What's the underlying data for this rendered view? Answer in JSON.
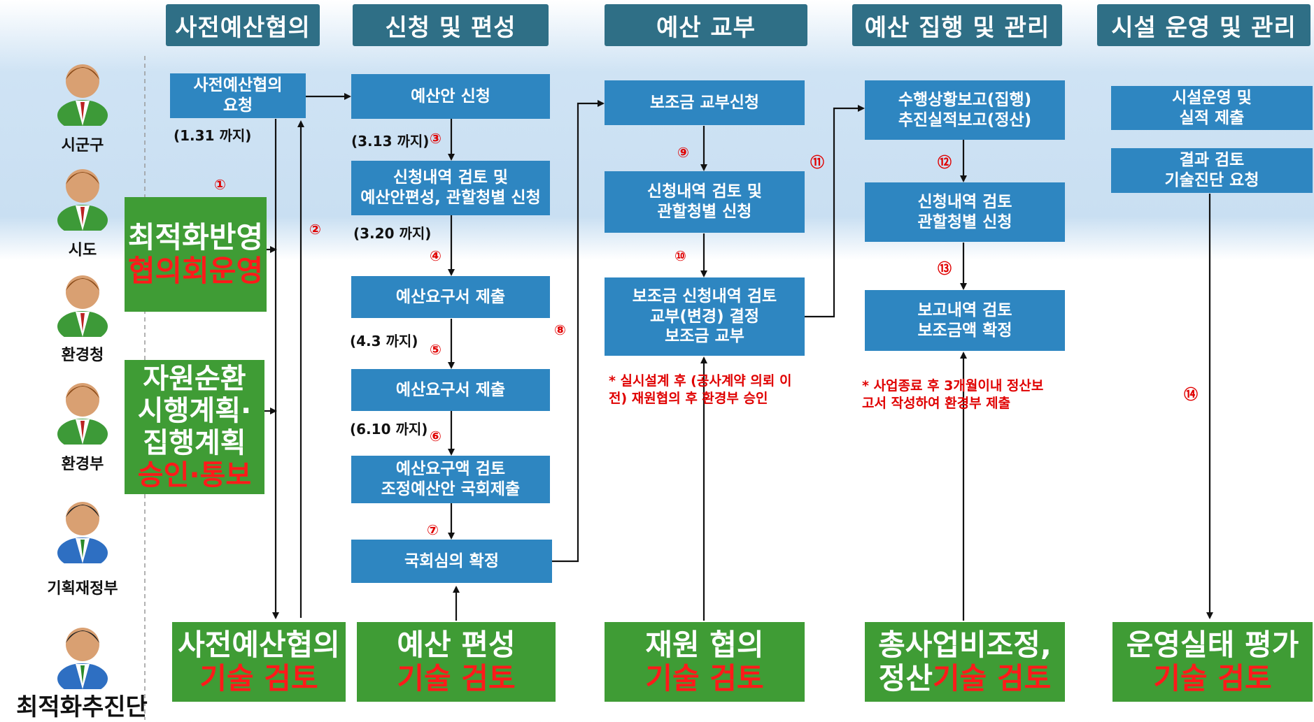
{
  "headers": [
    "사전예산협의",
    "신청 및 편성",
    "예산 교부",
    "예산 집행 및 관리",
    "시설 운영 및 관리"
  ],
  "roles": {
    "sigungu": "시군구",
    "sido": "시도",
    "hwangyeongcheong": "환경청",
    "hwangyeongbu": "환경부",
    "gihoek": "기획재정부",
    "choejeok": "최적화추진단"
  },
  "boxes": {
    "pre_request": "사전예산협의\n요청",
    "apply": "예산안 신청",
    "review1": "신청내역 검토 및\n예산안편성, 관할청별 신청",
    "submit1": "예산요구서 제출",
    "submit2": "예산요구서 제출",
    "review_amount": "예산요구액 검토\n조정예산안 국회제출",
    "national": "국회심의 확정",
    "subsidy_apply": "보조금 교부신청",
    "subsidy_review": "신청내역 검토 및\n관할청별 신청",
    "subsidy_grant": "보조금 신청내역 검토\n교부(변경) 결정\n보조금 교부",
    "exec_report": "수행상황보고(집행)\n추진실적보고(정산)",
    "exec_review": "신청내역 검토\n관할청별 신청",
    "report_review": "보고내역 검토\n보조금액 확정",
    "facility_submit": "시설운영 및\n실적 제출",
    "result_review": "결과 검토\n기술진단 요청"
  },
  "green": {
    "opt_l1": "최적화반영",
    "opt_l2": "협의회운영",
    "res_l1": "자원순환",
    "res_l2": "시행계획·",
    "res_l3": "집행계획",
    "res_l4": "승인·통보",
    "b1_l1": "사전예산협의",
    "b1_l2": "기술 검토",
    "b2_l1": "예산 편성",
    "b2_l2": "기술 검토",
    "b3_l1": "재원 협의",
    "b3_l2": "기술 검토",
    "b4_l1": "총사업비조정,",
    "b4_l2a": "정산",
    "b4_l2b": "기술 검토",
    "b5_l1": "운영실태 평가",
    "b5_l2": "기술 검토"
  },
  "deadlines": {
    "d1": "(1.31 까지)",
    "d2": "(3.13 까지)",
    "d3": "(3.20 까지)",
    "d4": "(4.3 까지)",
    "d5": "(6.10 까지)"
  },
  "steps": [
    "①",
    "②",
    "③",
    "④",
    "⑤",
    "⑥",
    "⑦",
    "⑧",
    "⑨",
    "⑩",
    "⑪",
    "⑫",
    "⑬",
    "⑭"
  ],
  "notes": {
    "n1": "* 실시설계 후 (공사계약 의뢰 이\n전) 재원협의 후 환경부 승인",
    "n2": "* 사업종료 후 3개월이내 정산보\n고서 작성하여 환경부 제출"
  },
  "colors": {
    "header_bg": "#2f6f86",
    "box_bg": "#2e86c1",
    "green_bg": "#3f9c35",
    "accent_red": "#ff1a1a"
  }
}
